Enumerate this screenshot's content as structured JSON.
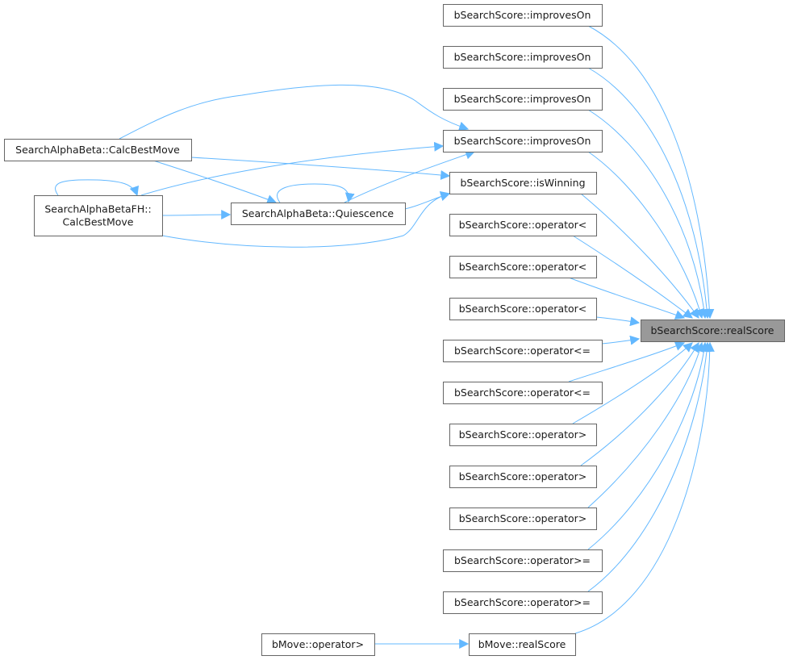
{
  "graph": {
    "focus": "n0",
    "colors": {
      "edge": "#63b8ff",
      "focus_fill": "#999999",
      "border": "#666666"
    },
    "nodes": [
      {
        "id": "n0",
        "label": [
          "bSearchScore::realScore"
        ]
      },
      {
        "id": "n1",
        "label": [
          "bSearchScore::improvesOn"
        ]
      },
      {
        "id": "n2",
        "label": [
          "bSearchScore::improvesOn"
        ]
      },
      {
        "id": "n3",
        "label": [
          "bSearchScore::improvesOn"
        ]
      },
      {
        "id": "n4",
        "label": [
          "bSearchScore::improvesOn"
        ]
      },
      {
        "id": "n5",
        "label": [
          "bSearchScore::isWinning"
        ]
      },
      {
        "id": "n6",
        "label": [
          "bSearchScore::operator<"
        ]
      },
      {
        "id": "n7",
        "label": [
          "bSearchScore::operator<"
        ]
      },
      {
        "id": "n8",
        "label": [
          "bSearchScore::operator<"
        ]
      },
      {
        "id": "n9",
        "label": [
          "bSearchScore::operator<="
        ]
      },
      {
        "id": "n10",
        "label": [
          "bSearchScore::operator<="
        ]
      },
      {
        "id": "n11",
        "label": [
          "bSearchScore::operator>"
        ]
      },
      {
        "id": "n12",
        "label": [
          "bSearchScore::operator>"
        ]
      },
      {
        "id": "n13",
        "label": [
          "bSearchScore::operator>"
        ]
      },
      {
        "id": "n14",
        "label": [
          "bSearchScore::operator>="
        ]
      },
      {
        "id": "n15",
        "label": [
          "bSearchScore::operator>="
        ]
      },
      {
        "id": "n16",
        "label": [
          "bMove::realScore"
        ]
      },
      {
        "id": "n17",
        "label": [
          "SearchAlphaBeta::CalcBestMove"
        ]
      },
      {
        "id": "n18",
        "label": [
          "SearchAlphaBetaFH::",
          "CalcBestMove"
        ]
      },
      {
        "id": "n19",
        "label": [
          "SearchAlphaBeta::Quiescence"
        ]
      },
      {
        "id": "n20",
        "label": [
          "bMove::operator>"
        ]
      }
    ],
    "edges": [
      [
        "n1",
        "n0"
      ],
      [
        "n2",
        "n0"
      ],
      [
        "n3",
        "n0"
      ],
      [
        "n4",
        "n0"
      ],
      [
        "n5",
        "n0"
      ],
      [
        "n6",
        "n0"
      ],
      [
        "n7",
        "n0"
      ],
      [
        "n8",
        "n0"
      ],
      [
        "n9",
        "n0"
      ],
      [
        "n10",
        "n0"
      ],
      [
        "n11",
        "n0"
      ],
      [
        "n12",
        "n0"
      ],
      [
        "n13",
        "n0"
      ],
      [
        "n14",
        "n0"
      ],
      [
        "n15",
        "n0"
      ],
      [
        "n16",
        "n0"
      ],
      [
        "n17",
        "n4"
      ],
      [
        "n17",
        "n5"
      ],
      [
        "n17",
        "n19"
      ],
      [
        "n18",
        "n4"
      ],
      [
        "n18",
        "n19"
      ],
      [
        "n18",
        "n5"
      ],
      [
        "n18",
        "n18"
      ],
      [
        "n19",
        "n4"
      ],
      [
        "n19",
        "n5"
      ],
      [
        "n19",
        "n19"
      ],
      [
        "n20",
        "n16"
      ]
    ]
  }
}
